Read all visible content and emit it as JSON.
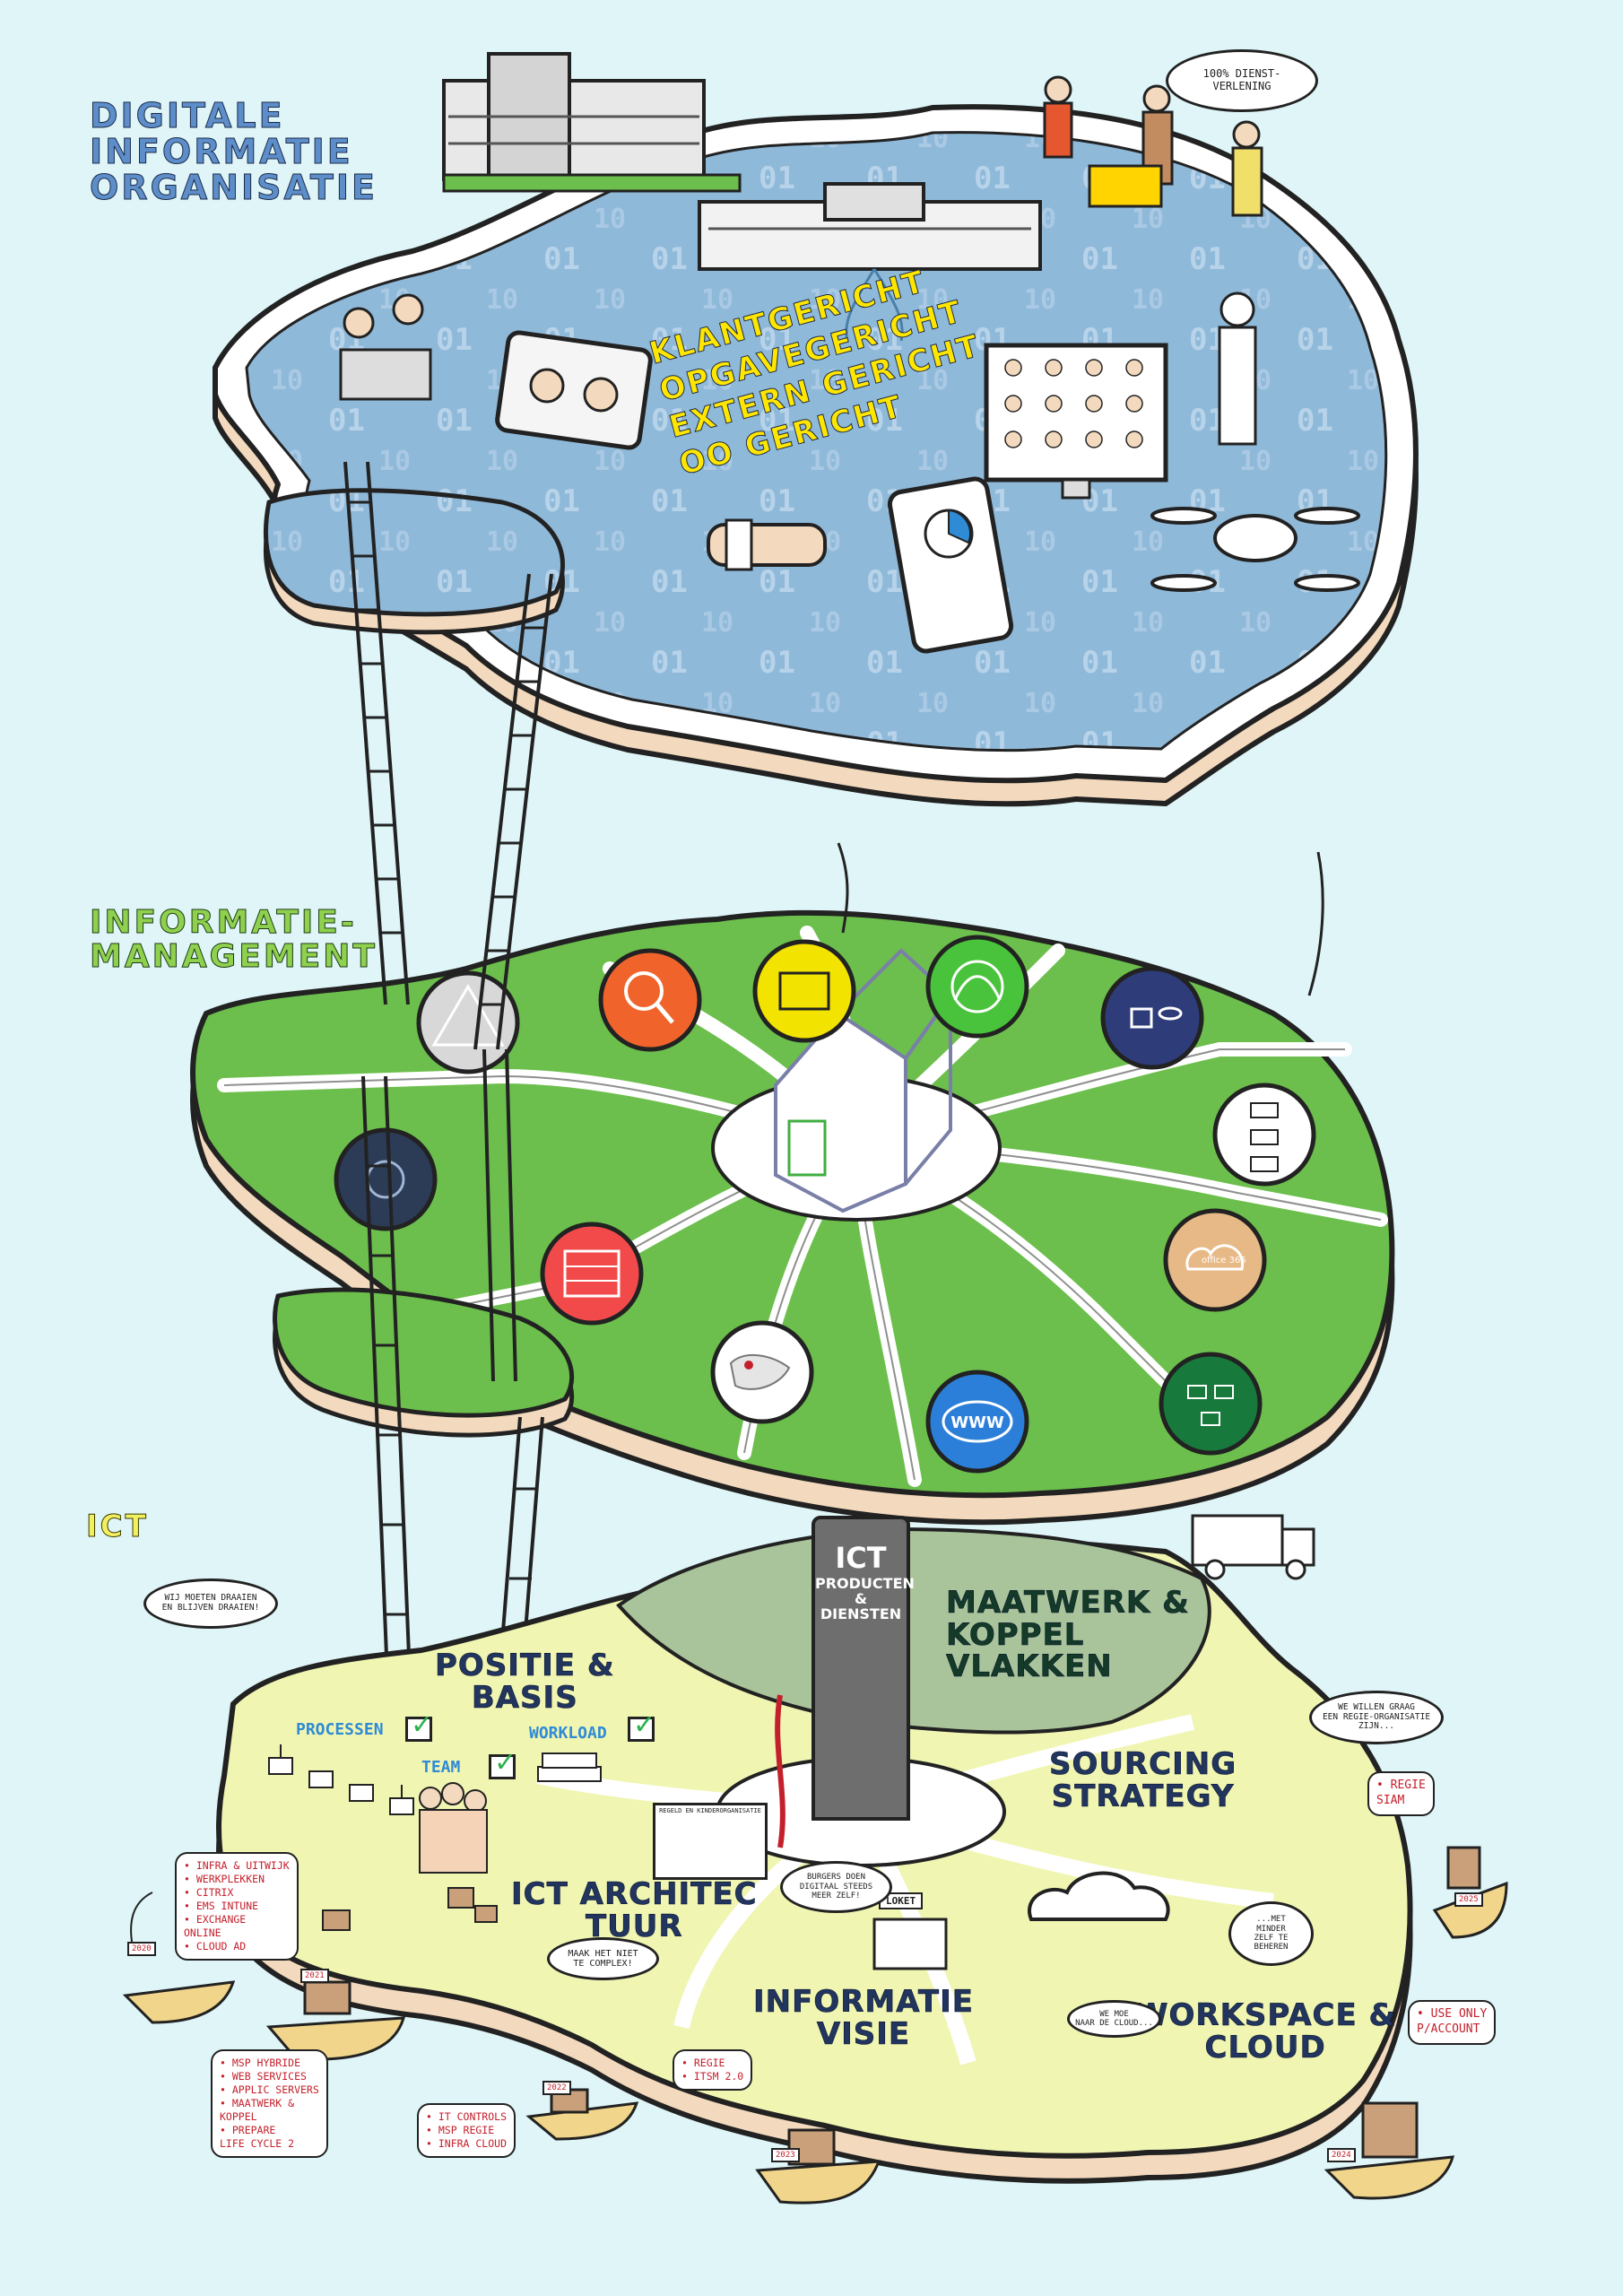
{
  "layers": {
    "top_title": "DIGITALE\nINFORMATIE\nORGANISATIE",
    "middle_title": "INFORMATIE-\nMANAGEMENT",
    "bottom_title": "ICT"
  },
  "top_island": {
    "slogans": [
      "KLANTGERICHT",
      "OPGAVEGERICHT",
      "EXTERN GERICHT",
      "OO GERICHT"
    ],
    "speech_bubble": "100% DIENST-\nVERLENING"
  },
  "middle_island": {
    "office_label": "office 365"
  },
  "ict_island": {
    "column": {
      "title": "ICT",
      "subtitle": "PRODUCTEN\n&\nDIENSTEN"
    },
    "districts": {
      "positie": "POSITIE &\nBASIS",
      "maatwerk": "MAATWERK &\nKOPPEL\nVLAKKEN",
      "sourcing": "SOURCING\nSTRATEGY",
      "architectuur": "ICT ARCHITEC\nTUUR",
      "informatievisie": "INFORMATIE\nVISIE",
      "workspace": "WORKSPACE &\nCLOUD"
    },
    "checklist": [
      {
        "label": "PROCESSEN"
      },
      {
        "label": "TEAM"
      },
      {
        "label": "WORKLOAD"
      }
    ],
    "whiteboard_title": "REGELD EN KINDERORGANISATIE",
    "loket_label": "LOKET",
    "bubbles": {
      "draaien": "WIJ MOETEN DRAAIEN\nEN BLIJVEN DRAAIEN!",
      "regie": "WE WILLEN GRAAG\nEEN REGIE-ORGANISATIE\nZIJN...",
      "complex": "MAAK HET NIET\nTE COMPLEX!",
      "burgers": "BURGERS DOEN\nDIGITAAL STEEDS\nMEER ZELF!",
      "minder": "...MET\nMINDER\nZELF TE\nBEHEREN",
      "cloud": "WE MOE\nNAAR DE CLOUD..."
    },
    "boat_notes": {
      "left_top": [
        "• INFRA & UITWIJK",
        "• WERKPLEKKEN",
        "• CITRIX",
        "• EMS INTUNE",
        "• EXCHANGE",
        "   ONLINE",
        "• CLOUD AD"
      ],
      "left_bottom": [
        "• MSP HYBRIDE",
        "• WEB SERVICES",
        "• APPLIC SERVERS",
        "• MAATWERK &",
        "   KOPPEL",
        "• PREPARE",
        "   LIFE CYCLE 2"
      ],
      "middle": [
        "• IT CONTROLS",
        "• MSP REGIE",
        "• INFRA CLOUD"
      ],
      "center": [
        "• REGIE",
        "• ITSM 2.0"
      ],
      "right_top": [
        "• REGIE",
        "  SIAM"
      ],
      "right_bottom": [
        "• USE ONLY",
        "  P/ACCOUNT"
      ]
    },
    "boat_signs": [
      "2020",
      "2021",
      "2022",
      "2023",
      "2024",
      "2025"
    ]
  },
  "colors": {
    "background": "#dff5f8",
    "top_water": "#8fb9d9",
    "middle_grass": "#6cbf4c",
    "ict_land": "#f1f5b2",
    "maatwerk_land": "#a9c49a",
    "crust": "#f3d9bd"
  },
  "icons": [
    "pyramid-icon",
    "magnifier-icon",
    "board-icon",
    "chart-icon",
    "security-icon",
    "flowchart-icon",
    "cloud-icon",
    "network-icon",
    "www-icon",
    "map-icon",
    "apps-icon",
    "gears-icon",
    "house-icon"
  ]
}
